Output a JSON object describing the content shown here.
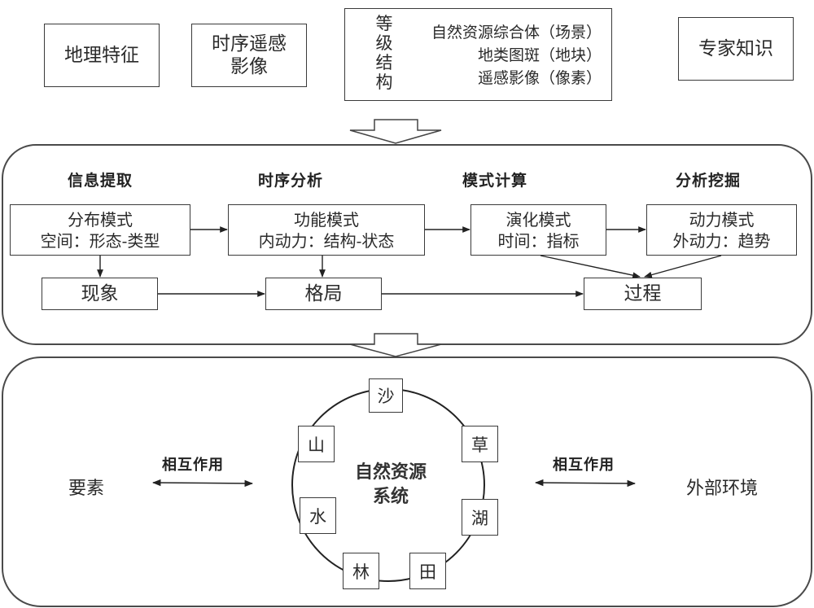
{
  "inputs": {
    "geo_features": "地理特征",
    "time_series_rs": [
      "时序遥感",
      "影像"
    ],
    "hierarchy": {
      "title_chars": [
        "等",
        "级",
        "结",
        "构"
      ],
      "levels": [
        "自然资源综合体（场景）",
        "地类图斑（地块）",
        "遥感影像（像素）"
      ]
    },
    "expert_knowledge": "专家知识"
  },
  "analysis": {
    "stages": [
      {
        "heading": "信息提取",
        "mode": "分布模式",
        "detail": "空间：形态-类型"
      },
      {
        "heading": "时序分析",
        "mode": "功能模式",
        "detail": "内动力：结构-状态"
      },
      {
        "heading": "模式计算",
        "mode": "演化模式",
        "detail": "时间：指标"
      },
      {
        "heading": "分析挖掘",
        "mode": "动力模式",
        "detail": "外动力：趋势"
      }
    ],
    "outcomes": [
      "现象",
      "格局",
      "过程"
    ]
  },
  "system": {
    "left_label": "要素",
    "right_label": "外部环境",
    "interaction_label": "相互作用",
    "center_label": [
      "自然资源",
      "系统"
    ],
    "nodes": [
      "沙",
      "草",
      "湖",
      "田",
      "林",
      "水",
      "山"
    ]
  }
}
